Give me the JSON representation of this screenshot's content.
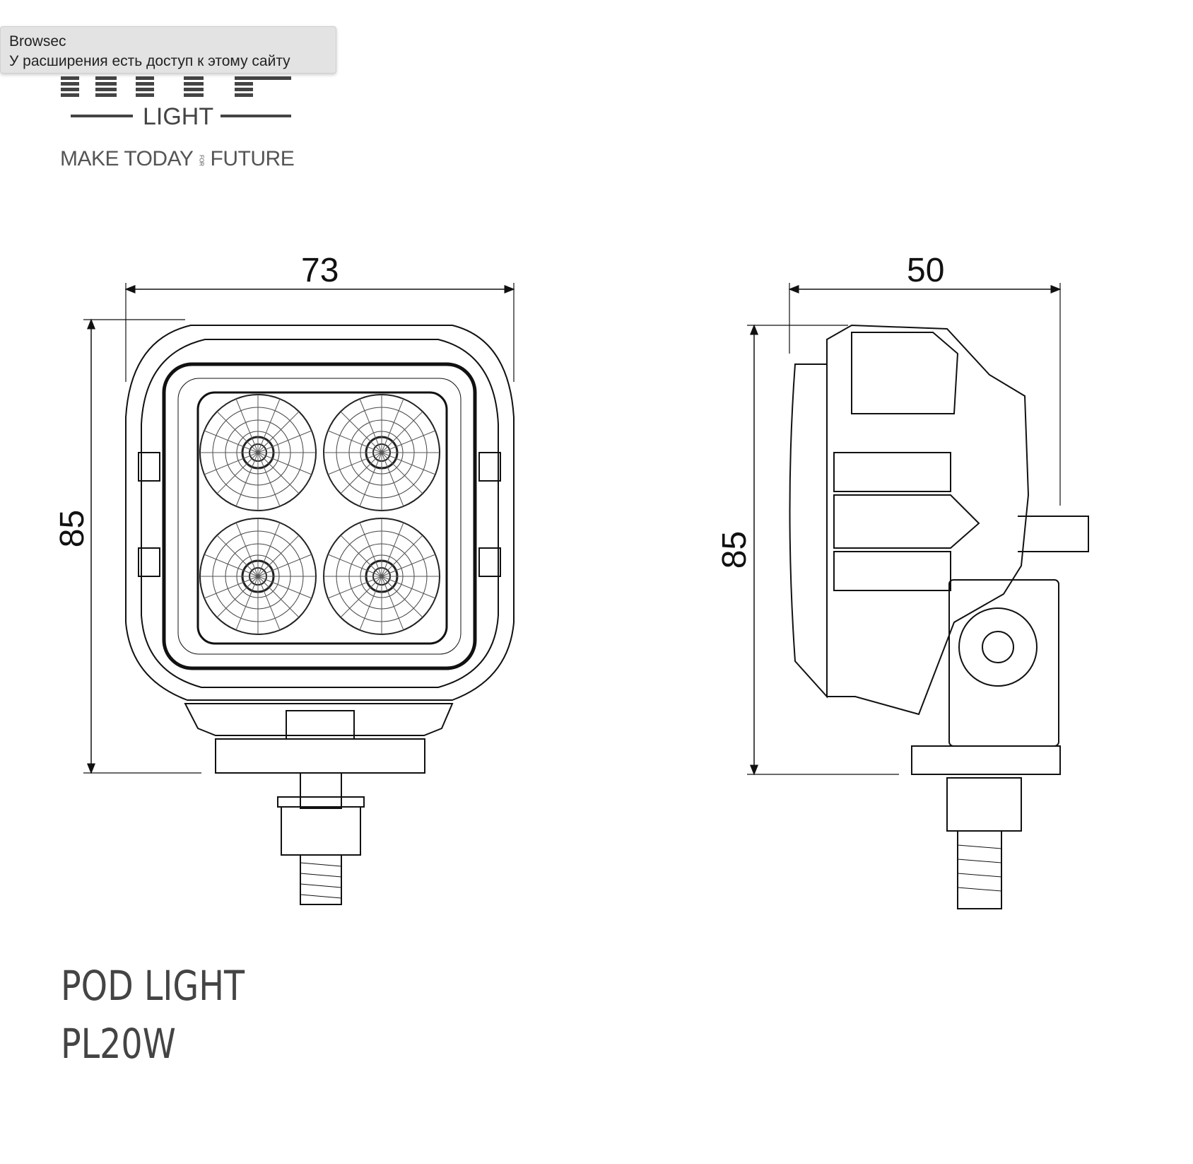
{
  "tooltip": {
    "title": "Browsec",
    "message": "У расширения есть доступ к этому сайту"
  },
  "logo": {
    "word": "LIGHT",
    "tagline_a": "MAKE TODAY",
    "tagline_for": "FOR",
    "tagline_b": "FUTURE"
  },
  "front_view": {
    "width_label": "73",
    "height_label": "85"
  },
  "side_view": {
    "depth_label": "50",
    "height_label": "85"
  },
  "product": {
    "name": "POD LIGHT",
    "model": "PL20W"
  }
}
